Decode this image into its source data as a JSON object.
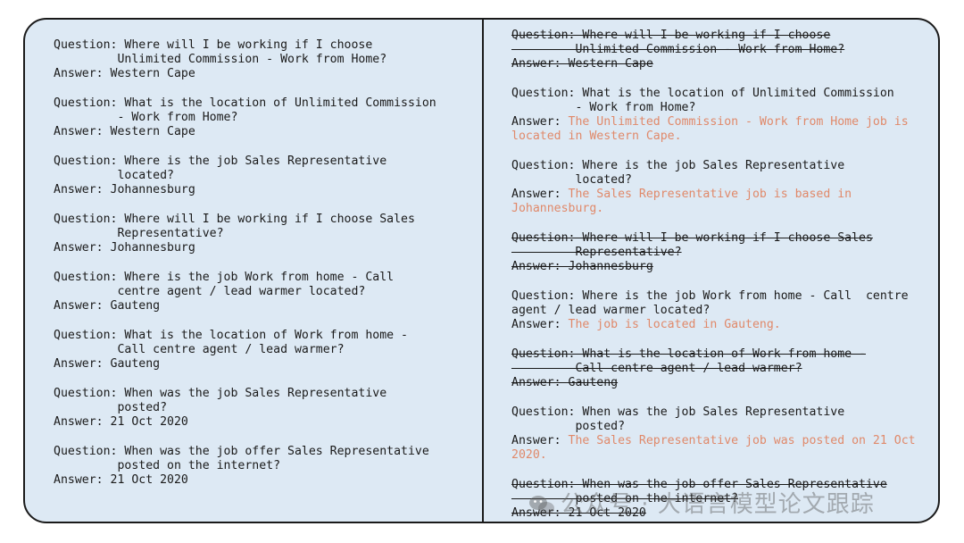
{
  "left": [
    {
      "q1": "Question: Where will I be working if I choose",
      "q2": "         Unlimited Commission - Work from Home?",
      "a": "Answer: Western Cape"
    },
    {
      "q1": "Question: What is the location of Unlimited Commission",
      "q2": "         - Work from Home?",
      "a": "Answer: Western Cape"
    },
    {
      "q1": "Question: Where is the job Sales Representative",
      "q2": "         located?",
      "a": "Answer: Johannesburg"
    },
    {
      "q1": "Question: Where will I be working if I choose Sales",
      "q2": "         Representative?",
      "a": "Answer: Johannesburg"
    },
    {
      "q1": "Question: Where is the job Work from home - Call",
      "q2": "         centre agent / lead warmer located?",
      "a": "Answer: Gauteng"
    },
    {
      "q1": "Question: What is the location of Work from home -",
      "q2": "         Call centre agent / lead warmer?",
      "a": "Answer: Gauteng"
    },
    {
      "q1": "Question: When was the job Sales Representative",
      "q2": "         posted?",
      "a": "Answer: 21 Oct 2020"
    },
    {
      "q1": "Question: When was the job offer Sales Representative",
      "q2": "         posted on the internet?",
      "a": "Answer: 21 Oct 2020"
    }
  ],
  "right": {
    "b1": {
      "q1": "Question: Where will I be working if I choose",
      "q2": "         Unlimited Commission - Work from Home?",
      "a": "Answer: Western Cape"
    },
    "b2": {
      "q1": "Question: What is the location of Unlimited Commission",
      "q2": "         - Work from Home?",
      "a_label": "Answer: ",
      "a_text": "The Unlimited Commission - Work from Home job is located in Western Cape."
    },
    "b3": {
      "q1": "Question: Where is the job Sales Representative",
      "q2": "         located?",
      "a_label": "Answer: ",
      "a_text": "The Sales Representative job is based in Johannesburg."
    },
    "b4": {
      "q1": "Question: Where will I be working if I choose Sales",
      "q2": "         Representative?",
      "a": "Answer: Johannesburg"
    },
    "b5": {
      "q1": "Question: Where is the job Work from home - Call  centre",
      "q2": "agent / lead warmer located?",
      "a_label": "Answer: ",
      "a_text": "The job is located in Gauteng."
    },
    "b6": {
      "q1": "Question: What is the location of Work from home -",
      "q2": "         Call centre agent / lead warmer?",
      "a": "Answer: Gauteng"
    },
    "b7": {
      "q1": "Question: When was the job Sales Representative",
      "q2": "         posted?",
      "a_label": "Answer: ",
      "a_text": "The Sales Representative job was posted on 21 Oct 2020."
    },
    "b8": {
      "q1": "Question: When was the job offer Sales Representative",
      "q2": "         posted on the internet?",
      "a": "Answer: 21 Oct 2020"
    }
  },
  "watermark": "公众号 · 大语言模型论文跟踪",
  "colors": {
    "background": "#dde9f4",
    "generated_answer": "#e0896a",
    "text": "#1a1a1a"
  }
}
